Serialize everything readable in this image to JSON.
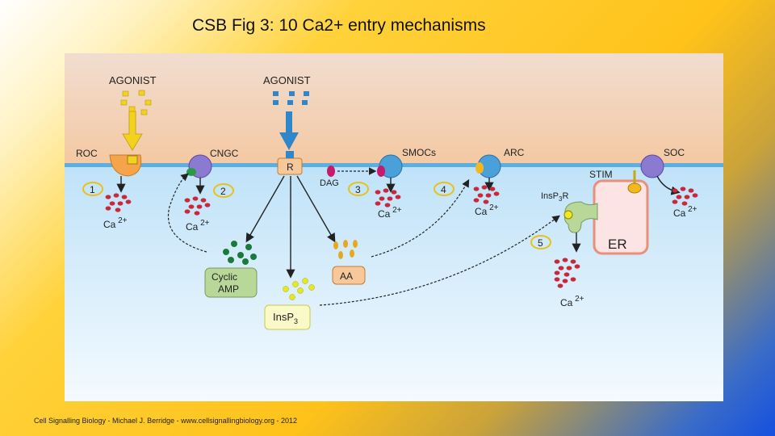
{
  "slide": {
    "title": "CSB Fig 3: 10 Ca2+ entry mechanisms",
    "footer": "Cell Signalling Biology - Michael J. Berridge - www.cellsignallingbiology.org - 2012"
  },
  "diagram": {
    "agonist_left": "AGONIST",
    "agonist_right": "AGONIST",
    "channels": {
      "roc": "ROC",
      "cngc": "CNGC",
      "smocs": "SMOCs",
      "arc": "ARC",
      "soc": "SOC"
    },
    "receptor": "R",
    "dag": "DAG",
    "stim": "STIM",
    "insp3r": "InsP",
    "insp3r_sub": "3",
    "insp3r_suffix": "R",
    "er": "ER",
    "boxes": {
      "cyclic_amp_line1": "Cyclic",
      "cyclic_amp_line2": "AMP",
      "aa": "AA",
      "insp3": "InsP",
      "insp3_sub": "3"
    },
    "numbers": [
      "1",
      "2",
      "3",
      "4",
      "5"
    ],
    "ca_label": "Ca",
    "ca_charge": "2+",
    "colors": {
      "membrane_outside": "#f5d3b3",
      "membrane_line": "#5aaee0",
      "cytosol": "#d6ecfa",
      "calcium": "#c8283a",
      "agonist_yellow": "#f2d21e",
      "agonist_blue": "#2f86c8",
      "er_fill": "#fde4e4",
      "er_border": "#e8907a"
    }
  }
}
